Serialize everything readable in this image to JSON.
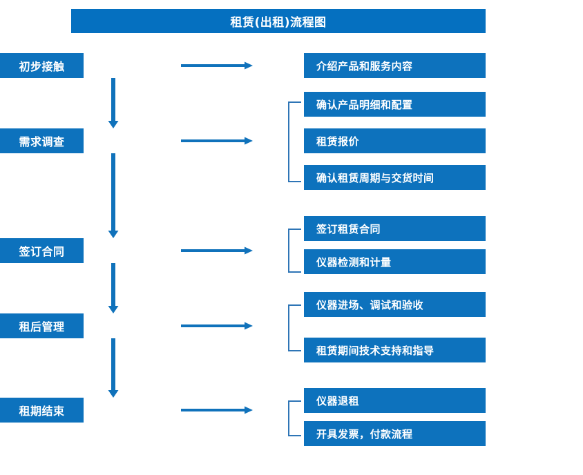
{
  "diagram": {
    "title": "租赁(出租)流程图",
    "colors": {
      "title_bar": "#0570c0",
      "box": "#0d72bd",
      "arrow": "#1072bb",
      "bracket": "#2e75b6",
      "text": "#ffffff",
      "background": "#ffffff"
    },
    "stages": [
      {
        "label": "初步接触",
        "details": [
          "介绍产品和服务内容"
        ]
      },
      {
        "label": "需求调查",
        "details": [
          "确认产品明细和配置",
          "租赁报价",
          "确认租赁周期与交货时间"
        ]
      },
      {
        "label": "签订合同",
        "details": [
          "签订租赁合同",
          "仪器检测和计量"
        ]
      },
      {
        "label": "租后管理",
        "details": [
          "仪器进场、调试和验收",
          "租赁期间技术支持和指导"
        ]
      },
      {
        "label": "租期结束",
        "details": [
          "仪器退租",
          "开具发票，付款流程"
        ]
      }
    ]
  }
}
